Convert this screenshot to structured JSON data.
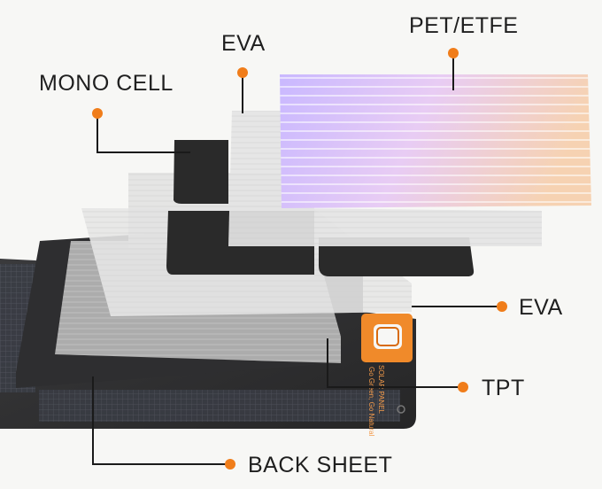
{
  "labels": {
    "pet_etfe": "PET/ETFE",
    "eva_top": "EVA",
    "mono_cell": "MONO CELL",
    "eva_mid": "EVA",
    "tpt": "TPT",
    "back_sheet": "BACK SHEET"
  },
  "panel_print": {
    "title": "SOLAR PANEL",
    "subtitle": "Go Green, Go Natural"
  },
  "colors": {
    "accent": "#f07d1a",
    "handle": "#f08a2a",
    "back_sheet": "#2e2e30",
    "mono_cell": "#2a2a2a"
  }
}
